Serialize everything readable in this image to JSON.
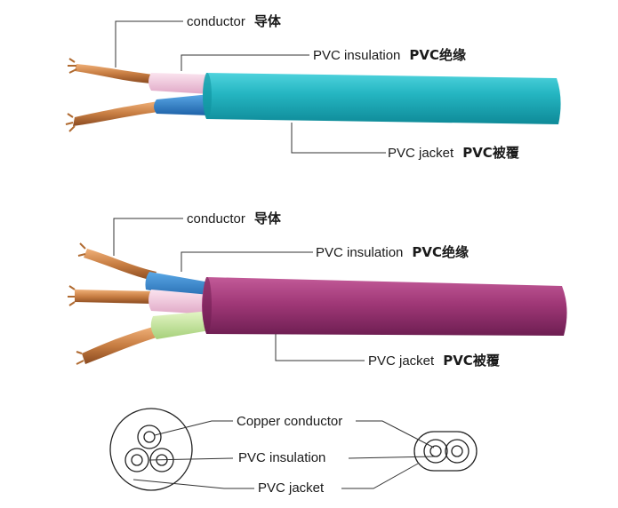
{
  "cable1": {
    "conductor": {
      "en": "conductor",
      "cn": "导体"
    },
    "insulation": {
      "en": "PVC insulation",
      "cn": "PVC绝缘"
    },
    "jacket": {
      "en": "PVC jacket",
      "cn": "PVC被覆"
    },
    "colors": {
      "jacket": "#29b8c4",
      "core1": "#f0c8dc",
      "core2": "#2f7fc8",
      "copper": "#c8844a"
    }
  },
  "cable2": {
    "conductor": {
      "en": "conductor",
      "cn": "导体"
    },
    "insulation": {
      "en": "PVC insulation",
      "cn": "PVC绝缘"
    },
    "jacket": {
      "en": "PVC jacket",
      "cn": "PVC被覆"
    },
    "colors": {
      "jacket": "#a2397a",
      "core1": "#3a8fd0",
      "core2": "#f4d0e2",
      "core3": "#c8e8a0",
      "copper": "#c8844a"
    }
  },
  "cross_section": {
    "copper_conductor": "Copper conductor",
    "pvc_insulation": "PVC insulation",
    "pvc_jacket": "PVC jacket"
  }
}
